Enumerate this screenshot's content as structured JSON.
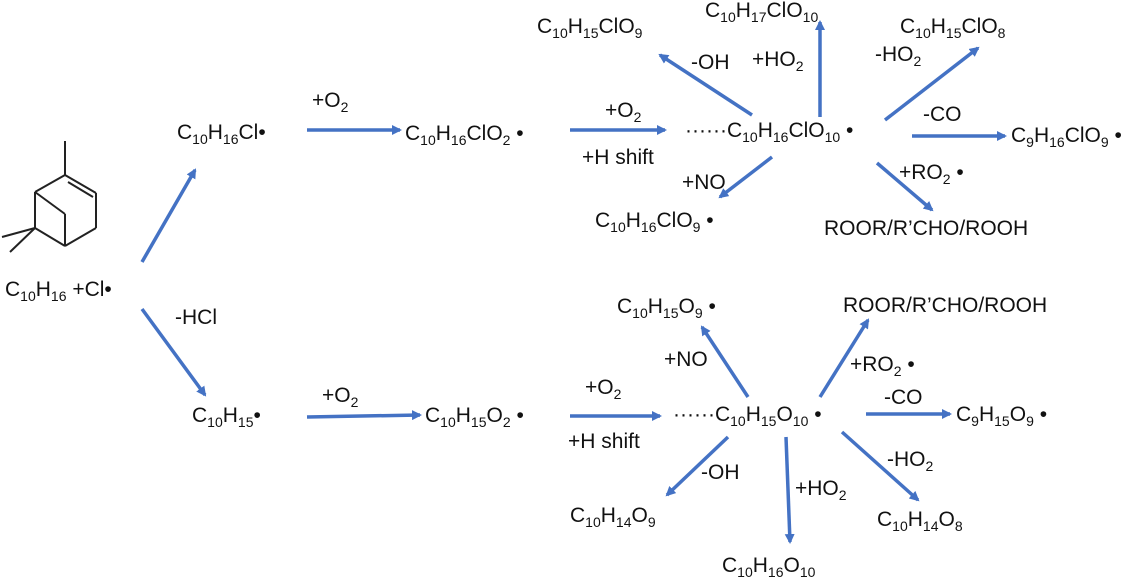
{
  "colors": {
    "arrow": "#4472c4",
    "text": "#111111",
    "background": "#ffffff"
  },
  "nodes": {
    "reactants": {
      "parts": [
        [
          "C",
          ""
        ],
        [
          "10",
          "s"
        ],
        [
          "H",
          ""
        ],
        [
          "16",
          "s"
        ],
        [
          " +Cl•",
          ""
        ]
      ]
    },
    "cl_adduct": {
      "parts": [
        [
          "C",
          ""
        ],
        [
          "10",
          "s"
        ],
        [
          "H",
          ""
        ],
        [
          "16",
          "s"
        ],
        [
          "Cl•",
          ""
        ]
      ]
    },
    "cl_ro2": {
      "parts": [
        [
          "C",
          ""
        ],
        [
          "10",
          "s"
        ],
        [
          "H",
          ""
        ],
        [
          "16",
          "s"
        ],
        [
          "ClO",
          ""
        ],
        [
          "2",
          "s"
        ],
        [
          " •",
          ""
        ]
      ]
    },
    "cl_ro2_auto": {
      "parts": [
        [
          "······C",
          ""
        ],
        [
          "10",
          "s"
        ],
        [
          "H",
          ""
        ],
        [
          "16",
          "s"
        ],
        [
          "ClO",
          ""
        ],
        [
          "10",
          "s"
        ],
        [
          " •",
          ""
        ]
      ]
    },
    "cl_minus_oh": {
      "parts": [
        [
          "C",
          ""
        ],
        [
          "10",
          "s"
        ],
        [
          "H",
          ""
        ],
        [
          "15",
          "s"
        ],
        [
          "ClO",
          ""
        ],
        [
          "9",
          "s"
        ]
      ]
    },
    "cl_plus_ho2": {
      "parts": [
        [
          "C",
          ""
        ],
        [
          "10",
          "s"
        ],
        [
          "H",
          ""
        ],
        [
          "17",
          "s"
        ],
        [
          "ClO",
          ""
        ],
        [
          "10",
          "s"
        ]
      ]
    },
    "cl_minus_ho2": {
      "parts": [
        [
          "C",
          ""
        ],
        [
          "10",
          "s"
        ],
        [
          "H",
          ""
        ],
        [
          "15",
          "s"
        ],
        [
          "ClO",
          ""
        ],
        [
          "8",
          "s"
        ]
      ]
    },
    "cl_minus_co": {
      "parts": [
        [
          "C",
          ""
        ],
        [
          "9",
          "s"
        ],
        [
          "H",
          ""
        ],
        [
          "16",
          "s"
        ],
        [
          "ClO",
          ""
        ],
        [
          "9",
          "s"
        ],
        [
          " •",
          ""
        ]
      ]
    },
    "cl_plus_no": {
      "parts": [
        [
          "C",
          ""
        ],
        [
          "10",
          "s"
        ],
        [
          "H",
          ""
        ],
        [
          "16",
          "s"
        ],
        [
          "ClO",
          ""
        ],
        [
          "9",
          "s"
        ],
        [
          " •",
          ""
        ]
      ]
    },
    "cl_plus_ro2": {
      "parts": [
        [
          "ROOR/R’CHO/ROOH",
          ""
        ]
      ]
    },
    "h_abstr": {
      "parts": [
        [
          "C",
          ""
        ],
        [
          "10",
          "s"
        ],
        [
          "H",
          ""
        ],
        [
          "15",
          "s"
        ],
        [
          "•",
          ""
        ]
      ]
    },
    "h_ro2": {
      "parts": [
        [
          "C",
          ""
        ],
        [
          "10",
          "s"
        ],
        [
          "H",
          ""
        ],
        [
          "15",
          "s"
        ],
        [
          "O",
          ""
        ],
        [
          "2",
          "s"
        ],
        [
          " •",
          ""
        ]
      ]
    },
    "h_ro2_auto": {
      "parts": [
        [
          "······C",
          ""
        ],
        [
          "10",
          "s"
        ],
        [
          "H",
          ""
        ],
        [
          "15",
          "s"
        ],
        [
          "O",
          ""
        ],
        [
          "10",
          "s"
        ],
        [
          " •",
          ""
        ]
      ]
    },
    "h_plus_no": {
      "parts": [
        [
          "C",
          ""
        ],
        [
          "10",
          "s"
        ],
        [
          "H",
          ""
        ],
        [
          "15",
          "s"
        ],
        [
          "O",
          ""
        ],
        [
          "9",
          "s"
        ],
        [
          " •",
          ""
        ]
      ]
    },
    "h_plus_ro2": {
      "parts": [
        [
          "ROOR/R’CHO/ROOH",
          ""
        ]
      ]
    },
    "h_minus_co": {
      "parts": [
        [
          "C",
          ""
        ],
        [
          "9",
          "s"
        ],
        [
          "H",
          ""
        ],
        [
          "15",
          "s"
        ],
        [
          "O",
          ""
        ],
        [
          "9",
          "s"
        ],
        [
          " •",
          ""
        ]
      ]
    },
    "h_minus_oh": {
      "parts": [
        [
          "C",
          ""
        ],
        [
          "10",
          "s"
        ],
        [
          "H",
          ""
        ],
        [
          "14",
          "s"
        ],
        [
          "O",
          ""
        ],
        [
          "9",
          "s"
        ]
      ]
    },
    "h_plus_ho2": {
      "parts": [
        [
          "C",
          ""
        ],
        [
          "10",
          "s"
        ],
        [
          "H",
          ""
        ],
        [
          "16",
          "s"
        ],
        [
          "O",
          ""
        ],
        [
          "10",
          "s"
        ]
      ]
    },
    "h_minus_ho2": {
      "parts": [
        [
          "C",
          ""
        ],
        [
          "10",
          "s"
        ],
        [
          "H",
          ""
        ],
        [
          "14",
          "s"
        ],
        [
          "O",
          ""
        ],
        [
          "8",
          "s"
        ]
      ]
    }
  },
  "edge_labels": {
    "minus_hcl": {
      "parts": [
        [
          "-HCl",
          ""
        ]
      ]
    },
    "cl_o2": {
      "parts": [
        [
          "+O",
          ""
        ],
        [
          "2",
          "s"
        ]
      ]
    },
    "cl_o2_2": {
      "parts": [
        [
          "+O",
          ""
        ],
        [
          "2",
          "s"
        ]
      ]
    },
    "cl_hshift": {
      "parts": [
        [
          "+H shift",
          ""
        ]
      ]
    },
    "cl_oh": {
      "parts": [
        [
          "-OH",
          ""
        ]
      ]
    },
    "cl_ho2": {
      "parts": [
        [
          "+HO",
          ""
        ],
        [
          "2",
          "s"
        ]
      ]
    },
    "cl_mho2": {
      "parts": [
        [
          "-HO",
          ""
        ],
        [
          "2",
          "s"
        ]
      ]
    },
    "cl_co": {
      "parts": [
        [
          "-CO",
          ""
        ]
      ]
    },
    "cl_no": {
      "parts": [
        [
          "+NO",
          ""
        ]
      ]
    },
    "cl_ro2": {
      "parts": [
        [
          "+RO",
          ""
        ],
        [
          "2",
          "s"
        ],
        [
          " •",
          ""
        ]
      ]
    },
    "h_o2": {
      "parts": [
        [
          "+O",
          ""
        ],
        [
          "2",
          "s"
        ]
      ]
    },
    "h_o2_2": {
      "parts": [
        [
          "+O",
          ""
        ],
        [
          "2",
          "s"
        ]
      ]
    },
    "h_hshift": {
      "parts": [
        [
          "+H shift",
          ""
        ]
      ]
    },
    "h_no": {
      "parts": [
        [
          "+NO",
          ""
        ]
      ]
    },
    "h_ro2": {
      "parts": [
        [
          "+RO",
          ""
        ],
        [
          "2",
          "s"
        ],
        [
          " •",
          ""
        ]
      ]
    },
    "h_co": {
      "parts": [
        [
          "-CO",
          ""
        ]
      ]
    },
    "h_oh": {
      "parts": [
        [
          "-OH",
          ""
        ]
      ]
    },
    "h_ho2": {
      "parts": [
        [
          "+HO",
          ""
        ],
        [
          "2",
          "s"
        ]
      ]
    },
    "h_mho2": {
      "parts": [
        [
          "-HO",
          ""
        ],
        [
          "2",
          "s"
        ]
      ]
    }
  },
  "molecule": {
    "name": "alpha-pinene structure"
  }
}
